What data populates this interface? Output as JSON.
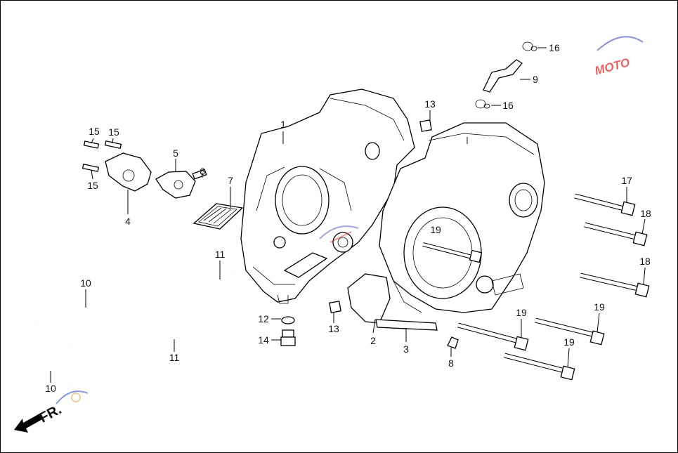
{
  "diagram": {
    "direction_marker": "FR.",
    "watermark": "MOTO",
    "callouts": [
      {
        "id": "c1",
        "label": "1"
      },
      {
        "id": "c2",
        "label": "2"
      },
      {
        "id": "c3",
        "label": "3"
      },
      {
        "id": "c4",
        "label": "4"
      },
      {
        "id": "c5",
        "label": "5"
      },
      {
        "id": "c6",
        "label": "6"
      },
      {
        "id": "c7",
        "label": "7"
      },
      {
        "id": "c8",
        "label": "8"
      },
      {
        "id": "c9",
        "label": "9"
      },
      {
        "id": "c10a",
        "label": "10"
      },
      {
        "id": "c10b",
        "label": "10"
      },
      {
        "id": "c11a",
        "label": "11"
      },
      {
        "id": "c11b",
        "label": "11"
      },
      {
        "id": "c12",
        "label": "12"
      },
      {
        "id": "c13a",
        "label": "13"
      },
      {
        "id": "c13b",
        "label": "13"
      },
      {
        "id": "c14",
        "label": "14"
      },
      {
        "id": "c15a",
        "label": "15"
      },
      {
        "id": "c15b",
        "label": "15"
      },
      {
        "id": "c15c",
        "label": "15"
      },
      {
        "id": "c16a",
        "label": "16"
      },
      {
        "id": "c16b",
        "label": "16"
      },
      {
        "id": "c17",
        "label": "17"
      },
      {
        "id": "c18a",
        "label": "18"
      },
      {
        "id": "c18b",
        "label": "18"
      },
      {
        "id": "c19a",
        "label": "19"
      },
      {
        "id": "c19b",
        "label": "19"
      },
      {
        "id": "c19c",
        "label": "19"
      },
      {
        "id": "c19d",
        "label": "19"
      }
    ]
  }
}
